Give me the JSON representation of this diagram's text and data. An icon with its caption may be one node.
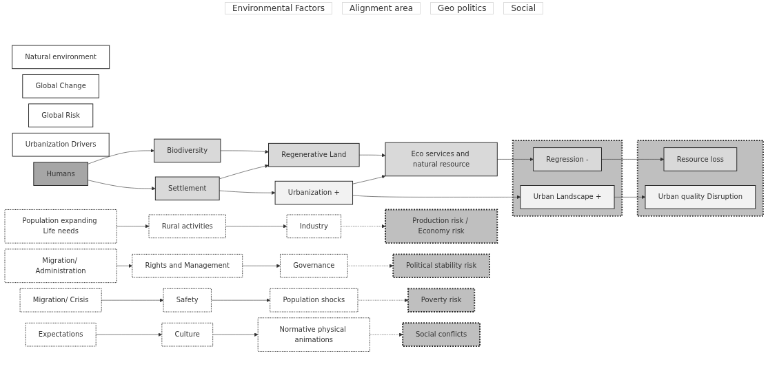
{
  "diagram": {
    "nodes": [
      {
        "text": [
          "Natural environment"
        ]
      },
      {
        "text": [
          "Global Change"
        ]
      },
      {
        "text": [
          "Global Risk"
        ]
      },
      {
        "text": [
          "Biodiversity"
        ]
      },
      {
        "text": [
          "Regenerative Land"
        ]
      },
      {
        "text": [
          "Eco services and natural resource"
        ]
      },
      {
        "text": [],
        "shape": "box"
      },
      {
        "text": [
          "Regression -"
        ],
        "in": 6
      },
      {
        "text": [],
        "shape": "box"
      },
      {
        "text": [
          "Resource loss"
        ],
        "in": 8
      },
      {
        "text": [
          "Urbanization Drivers"
        ]
      },
      {
        "text": [
          "Humans"
        ]
      },
      {
        "text": [
          "Settlement"
        ]
      },
      {
        "text": [
          "Urbanization +"
        ]
      },
      {
        "text": [
          "Urban Landscape +"
        ],
        "in": 6
      },
      {
        "text": [
          "Urban quality Disruption"
        ],
        "in": 8
      },
      {
        "text": [
          "Population expanding Life needs"
        ]
      },
      {
        "text": [
          "Rural activities"
        ]
      },
      {
        "text": [
          "Industry"
        ]
      },
      {
        "text": [
          "Production risk / Economy risk"
        ]
      },
      {
        "text": [
          "Migration/ Administration"
        ]
      },
      {
        "text": [
          "Rights and Management"
        ]
      },
      {
        "text": [
          "Governance"
        ]
      },
      {
        "text": [
          "Political stability risk"
        ]
      },
      {
        "text": [
          "Migration/ Crisis"
        ]
      },
      {
        "text": [
          "Safety"
        ]
      },
      {
        "text": [
          "Population shocks"
        ]
      },
      {
        "text": [
          "Poverty risk"
        ]
      },
      {
        "text": [
          "Expectations"
        ]
      },
      {
        "text": [
          "Culture"
        ]
      },
      {
        "text": [
          "Normative physical animations"
        ]
      },
      {
        "text": [
          "Social conflicts"
        ]
      }
    ],
    "edges": [
      {
        "from": 3,
        "to": 4,
        "arrow": "to"
      },
      {
        "from": 4,
        "to": 5,
        "arrow": "to"
      },
      {
        "from": 5,
        "to": 7,
        "arrow": "to"
      },
      {
        "from": 7,
        "to": 9,
        "arrow": "to"
      },
      {
        "from": 11,
        "to": 3,
        "arrow": "to"
      },
      {
        "from": 12,
        "to": 4,
        "arrow": "to"
      },
      {
        "from": 13,
        "to": 5,
        "arrow": "to"
      },
      {
        "from": 11,
        "to": 12,
        "arrow": "to"
      },
      {
        "from": 12,
        "to": 13,
        "arrow": "to"
      },
      {
        "from": 13,
        "to": 14,
        "arrow": "to"
      },
      {
        "from": 14,
        "to": 15,
        "arrow": "to"
      },
      {
        "from": 16,
        "to": 17,
        "arrow": "to"
      },
      {
        "from": 17,
        "to": 18,
        "arrow": "to"
      },
      {
        "from": 18,
        "to": 19,
        "arrow": "to",
        "style": "dashed"
      },
      {
        "from": 20,
        "to": 21,
        "arrow": "to"
      },
      {
        "from": 21,
        "to": 22,
        "arrow": "to"
      },
      {
        "from": 22,
        "to": 23,
        "arrow": "to",
        "style": "dashed"
      },
      {
        "from": 24,
        "to": 25,
        "arrow": "to"
      },
      {
        "from": 25,
        "to": 26,
        "arrow": "to"
      },
      {
        "from": 26,
        "to": 27,
        "arrow": "to",
        "style": "dashed"
      },
      {
        "from": 28,
        "to": 29,
        "arrow": "to"
      },
      {
        "from": 29,
        "to": 30,
        "arrow": "to"
      },
      {
        "from": 30,
        "to": 31,
        "arrow": "to",
        "style": "dashed"
      }
    ],
    "labels": [
      "Environmental Factors",
      "Alignment area",
      "Geo politics",
      "Social"
    ]
  }
}
